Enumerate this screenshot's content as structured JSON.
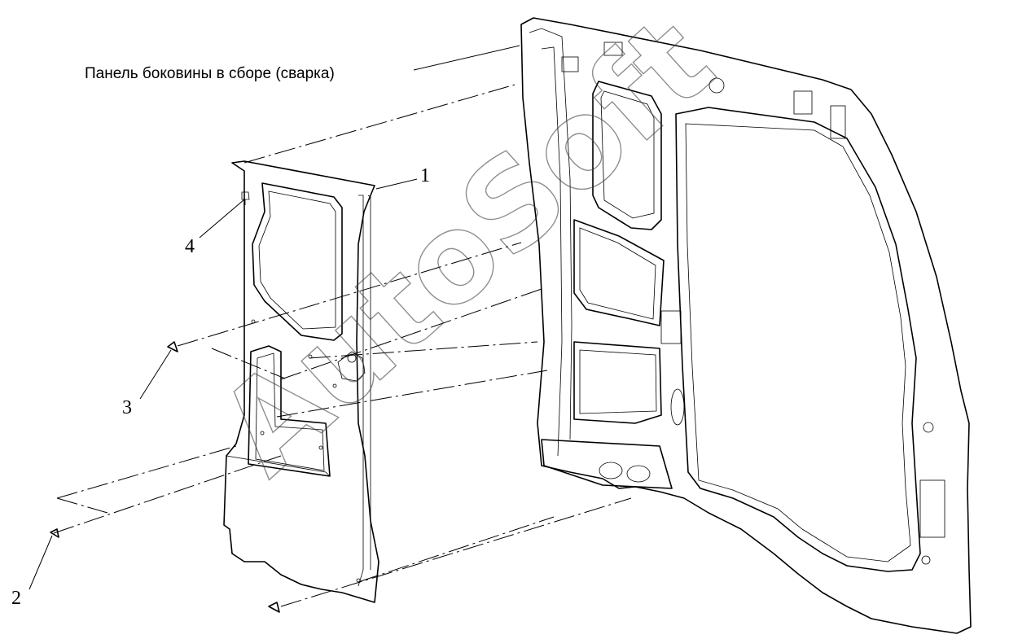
{
  "assembly_label": "Панель боковины в сборе (сварка)",
  "callouts": {
    "c1": "1",
    "c2": "2",
    "c3": "3",
    "c4": "4"
  },
  "watermark": "AutoSoft"
}
